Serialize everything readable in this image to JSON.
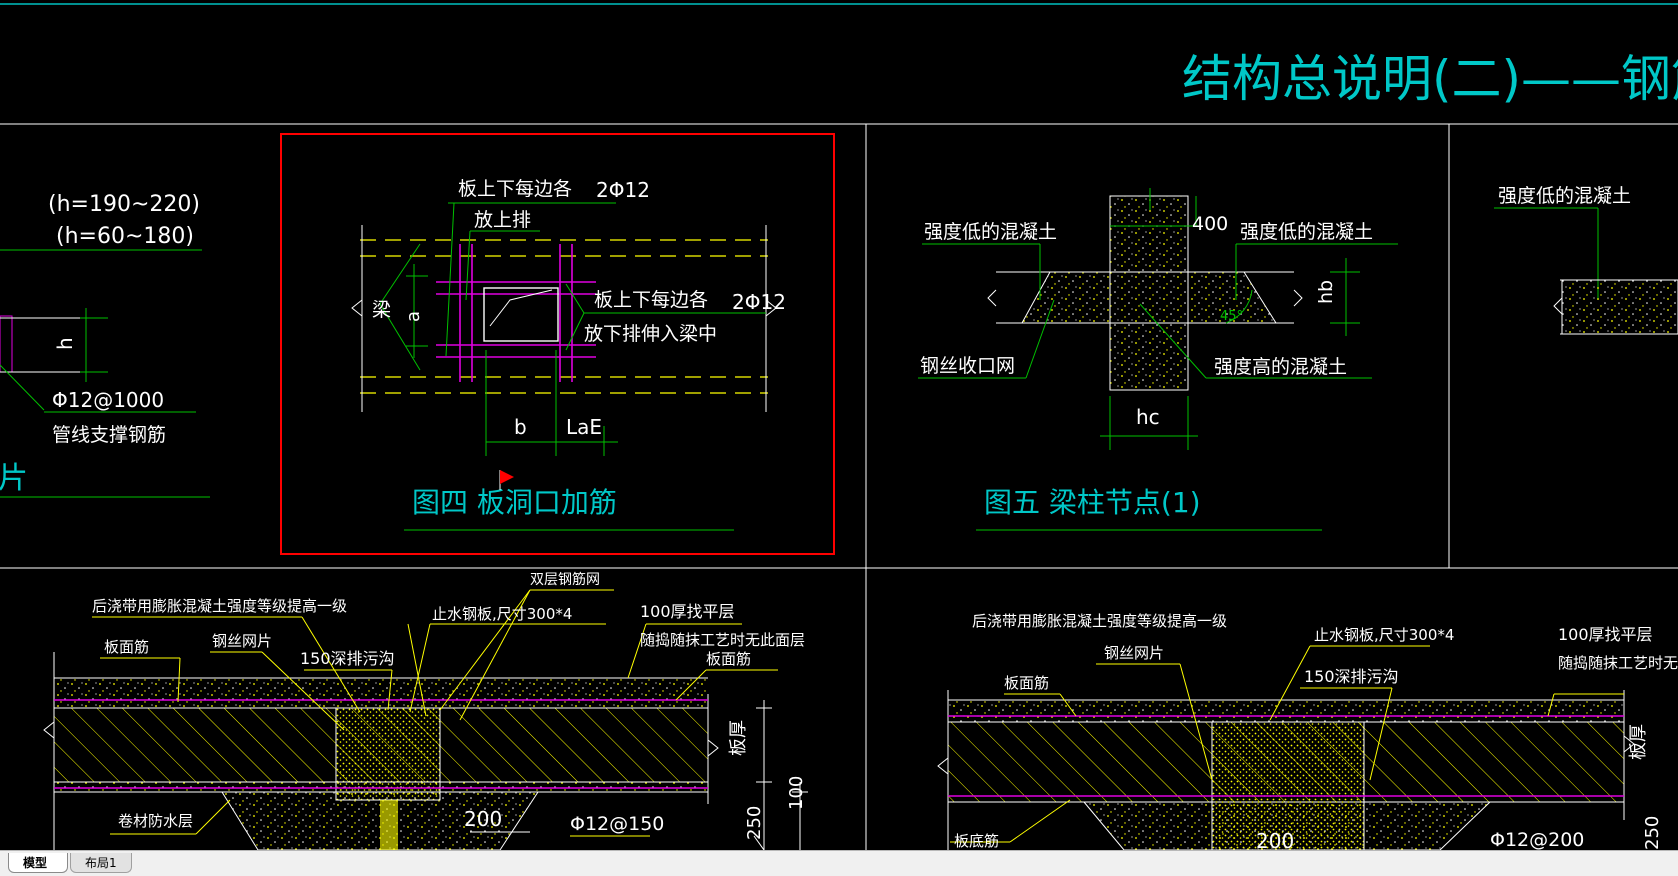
{
  "sheet_title": "结构总说明(二)——钢筋混凝",
  "left_panel": {
    "h_range_1": "(h=190~220)",
    "h_range_2": "(h=60~180)",
    "h_label": "h",
    "phi_spacing": "Φ12@1000",
    "pipe_rebar": "管线支撑钢筋",
    "cut_char": "片"
  },
  "fig4": {
    "each_side": "板上下每边各",
    "bars_top": "2Φ12",
    "upper_layer": "放上排",
    "each_side_2": "板上下每边各",
    "bars_right": "2Φ12",
    "lower_into_beam": "放下排伸入梁中",
    "beam": "梁",
    "a_label": "a",
    "b_label": "b",
    "lae_label": "LaE",
    "caption": "图四  板洞口加筋"
  },
  "fig5": {
    "low_concrete_left": "强度低的混凝土",
    "dim_400": "400",
    "low_concrete_right": "强度低的混凝土",
    "hb": "hb",
    "angle": "45°",
    "wire_mesh": "钢丝收口网",
    "high_concrete": "强度高的混凝土",
    "hc": "hc",
    "caption": "图五        梁柱节点(1)"
  },
  "right_panel": {
    "low_concrete": "强度低的混凝土"
  },
  "bottom_left": {
    "double_mesh": "双层钢筋网",
    "post_pour": "后浇带用膨胀混凝土强度等级提高一级",
    "water_stop": "止水钢板,尺寸300*4",
    "screed": "100厚找平层",
    "trowel": "随捣随抹工艺时无此面层",
    "top_bar": "板面筋",
    "wire_piece": "钢丝网片",
    "drain": "150深排污沟",
    "top_bar_2": "板面筋",
    "slab_thk": "板厚",
    "waterproof": "卷材防水层",
    "dim_200": "200",
    "rebar_150": "Φ12@150",
    "dim_100": "100",
    "dim_250": "250"
  },
  "bottom_right": {
    "post_pour": "后浇带用膨胀混凝土强度等级提高一级",
    "water_stop": "止水钢板,尺寸300*4",
    "screed": "100厚找平层",
    "wire_piece": "钢丝网片",
    "trowel": "随捣随抹工艺时无此面层",
    "drain": "150深排污沟",
    "top_bar": "板面筋",
    "bottom_bar": "板底筋",
    "slab_thk": "板厚",
    "dim_200": "200",
    "rebar_200": "Φ12@200",
    "dim_250": "250"
  },
  "tabs": {
    "model": "模型",
    "layout1": "布局1"
  },
  "colors": {
    "background": "#000000",
    "frame": "#ffffff",
    "title": "#00c8c8",
    "text": "#ffffff",
    "leader": "#00c000",
    "dashed": "#ffff00",
    "rebar": "#e000e0",
    "selection": "#ff0000"
  }
}
